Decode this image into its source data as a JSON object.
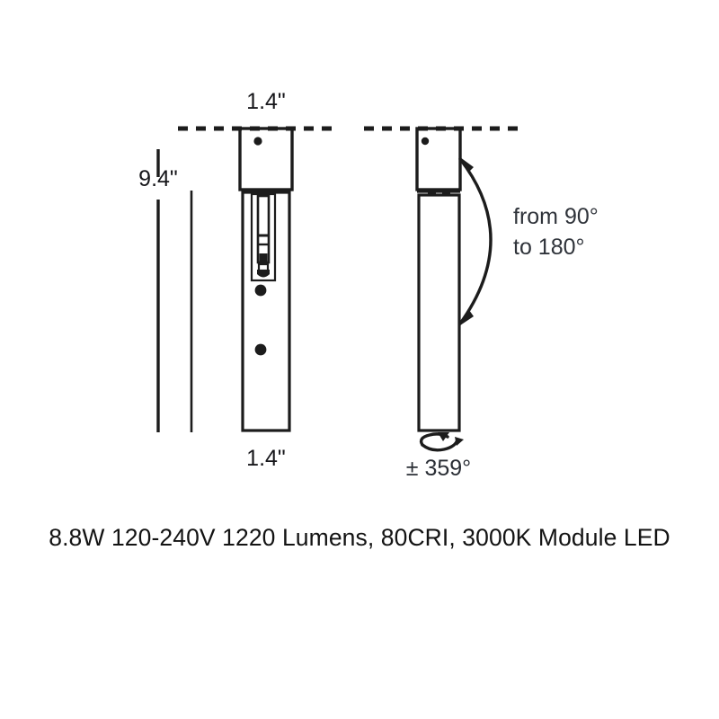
{
  "drawing": {
    "title_alt": "Luminaire dimensional drawing",
    "dimensions": {
      "top_width_label": "1.4\"",
      "height_label": "9.4\"",
      "bottom_width_label": "1.4\""
    },
    "annotations": {
      "tilt_line_1": "from 90°",
      "tilt_line_2": "to 180°",
      "rotation_label": "± 359°"
    },
    "icons": {
      "ceiling_line": "dashed-ceiling-line",
      "rotation_arrow": "rotation-arrow-icon",
      "tilt_arc": "tilt-arc-double-arrow"
    }
  },
  "specs": {
    "line": "8.8W 120-240V 1220 Lumens, 80CRI, 3000K Module LED",
    "wattage": "8.8W",
    "voltage": "120-240V",
    "lumens": "1220 Lumens",
    "cri": "80CRI",
    "color_temperature": "3000K",
    "source": "Module LED"
  },
  "colors": {
    "line": "#1c1c1c",
    "text": "#131313",
    "annotation_text": "#2f333a",
    "background": "#ffffff"
  }
}
